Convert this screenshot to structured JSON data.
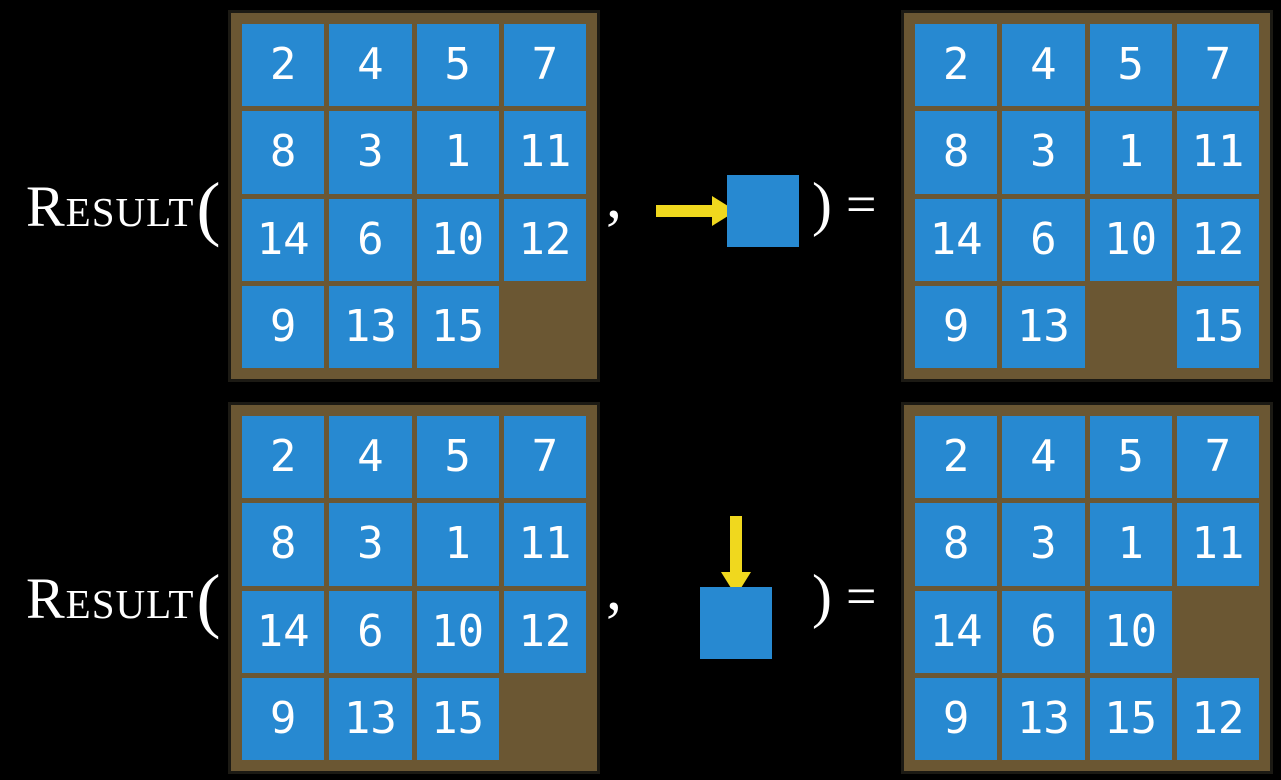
{
  "colors": {
    "background": "#000000",
    "board": "#6b5733",
    "board_border": "#1c1a14",
    "tile": "#2789d1",
    "tile_text": "#ffffff",
    "arrow": "#f0d81e",
    "label_text": "#ffffff"
  },
  "rows": [
    {
      "function_name": "Result",
      "open_paren": "(",
      "comma": ",",
      "close_paren": ")",
      "equals": "=",
      "action": {
        "icon": "arrow-right-icon",
        "direction": "right"
      },
      "input_grid": [
        [
          "2",
          "4",
          "5",
          "7"
        ],
        [
          "8",
          "3",
          "1",
          "11"
        ],
        [
          "14",
          "6",
          "10",
          "12"
        ],
        [
          "9",
          "13",
          "15",
          ""
        ]
      ],
      "output_grid": [
        [
          "2",
          "4",
          "5",
          "7"
        ],
        [
          "8",
          "3",
          "1",
          "11"
        ],
        [
          "14",
          "6",
          "10",
          "12"
        ],
        [
          "9",
          "13",
          "",
          "15"
        ]
      ]
    },
    {
      "function_name": "Result",
      "open_paren": "(",
      "comma": ",",
      "close_paren": ")",
      "equals": "=",
      "action": {
        "icon": "arrow-down-icon",
        "direction": "down"
      },
      "input_grid": [
        [
          "2",
          "4",
          "5",
          "7"
        ],
        [
          "8",
          "3",
          "1",
          "11"
        ],
        [
          "14",
          "6",
          "10",
          "12"
        ],
        [
          "9",
          "13",
          "15",
          ""
        ]
      ],
      "output_grid": [
        [
          "2",
          "4",
          "5",
          "7"
        ],
        [
          "8",
          "3",
          "1",
          "11"
        ],
        [
          "14",
          "6",
          "10",
          ""
        ],
        [
          "9",
          "13",
          "15",
          "12"
        ]
      ]
    }
  ]
}
